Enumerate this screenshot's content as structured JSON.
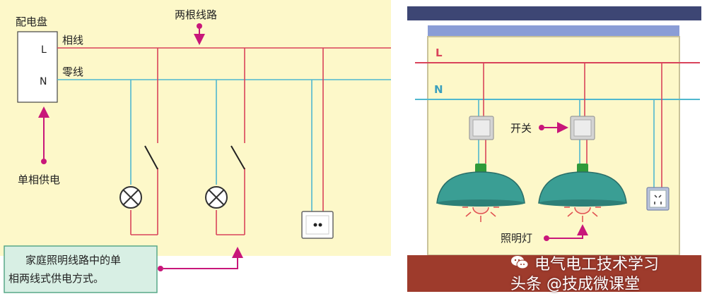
{
  "left_panel": {
    "distribution_board_label": "配电盘",
    "terminal_L": "L",
    "terminal_N": "N",
    "live_wire_label": "相线",
    "neutral_wire_label": "零线",
    "two_wire_label": "两根线路",
    "single_phase_label": "单相供电",
    "caption_line1": "家庭照明线路中的单",
    "caption_line2": "相两线式供电方式。"
  },
  "right_panel": {
    "L_label": "L",
    "N_label": "N",
    "switch_label": "开关",
    "lamp_label": "照明灯"
  },
  "watermark": {
    "line1": "电气电工技术学习",
    "line2": "头条 @技成微课堂"
  },
  "colors": {
    "live": "#d9435a",
    "neutral": "#4fb8cf",
    "panel_bg": "#fdf8c9",
    "annotation": "#c8177a",
    "caption_bg": "#d8efe4",
    "floor": "#9e3b2c",
    "roof": "#3d4674"
  }
}
